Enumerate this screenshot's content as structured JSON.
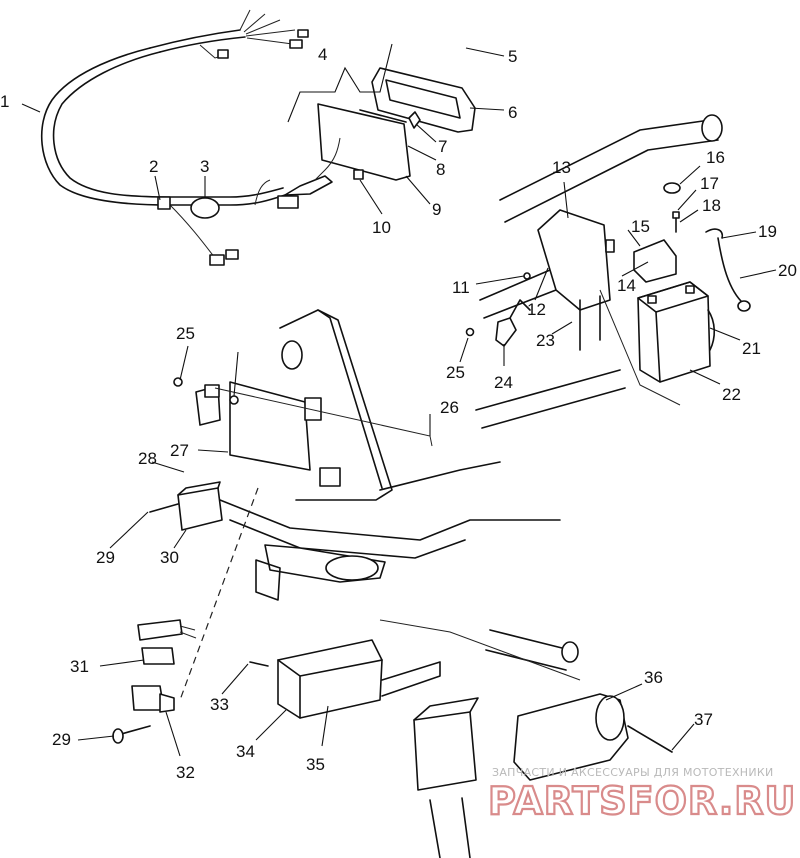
{
  "diagram": {
    "callouts": [
      "1",
      "2",
      "3",
      "4",
      "5",
      "6",
      "7",
      "8",
      "9",
      "10",
      "11",
      "12",
      "13",
      "14",
      "15",
      "16",
      "17",
      "18",
      "19",
      "20",
      "21",
      "22",
      "23",
      "24",
      "25",
      "25",
      "26",
      "27",
      "28",
      "29",
      "29",
      "30",
      "31",
      "32",
      "33",
      "34",
      "35",
      "36",
      "37"
    ]
  },
  "watermark": {
    "tagline": "ЗАПЧАСТИ И АКСЕССУАРЫ ДЛЯ МОТОТЕХНИКИ",
    "brand": "PARTSFOR.RU",
    "accent_color": "#d98b8b"
  }
}
